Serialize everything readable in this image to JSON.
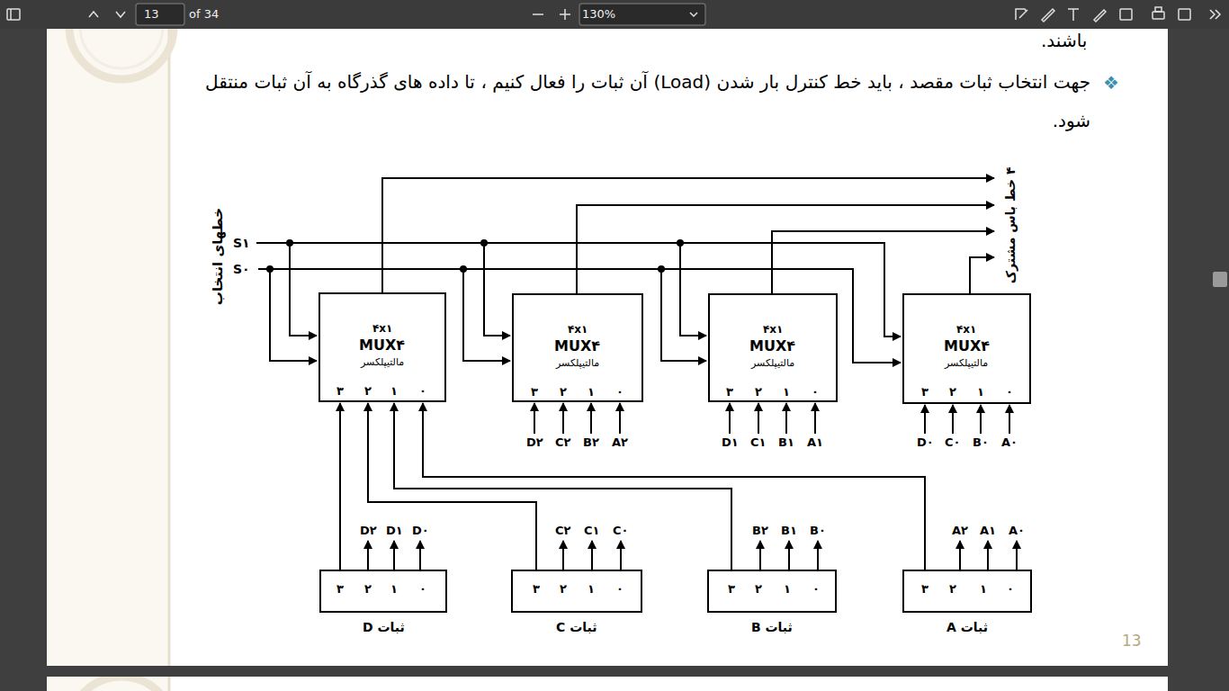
{
  "diagram": {
    "nodes": [
      {
        "text": [
          "۴x۱",
          "MUX۴",
          "مالتیپلکسر",
          "۳",
          "۲",
          "۱",
          "۰"
        ]
      },
      {
        "text": [
          "۴x۱",
          "MUX۴",
          "مالتیپلکسر",
          "۳",
          "۲",
          "۱",
          "۰"
        ]
      },
      {
        "text": [
          "۴x۱",
          "MUX۴",
          "مالتیپلکسر",
          "۳",
          "۲",
          "۱",
          "۰"
        ]
      },
      {
        "text": [
          "۴x۱",
          "MUX۴",
          "مالتیپلکسر",
          "۳",
          "۲",
          "۱",
          "۰"
        ]
      },
      {
        "text": [
          "۳",
          "۲",
          "۱",
          "۰",
          "ثبات D"
        ]
      },
      {
        "text": [
          "۳",
          "۲",
          "۱",
          "۰",
          "ثبات C"
        ]
      },
      {
        "text": [
          "۳",
          "۲",
          "۱",
          "۰",
          "ثبات B"
        ]
      },
      {
        "text": [
          "۳",
          "۲",
          "۱",
          "۰",
          "ثبات A"
        ]
      }
    ],
    "edges": [
      {
        "from": 4,
        "to": 0,
        "arrow": "to"
      },
      {
        "from": 5,
        "to": 0,
        "arrow": "to"
      },
      {
        "from": 6,
        "to": 0,
        "arrow": "to"
      },
      {
        "from": 7,
        "to": 0,
        "arrow": "to"
      }
    ],
    "labels": [
      "باشند.",
      "❖",
      "جهت انتخاب ثبات مقصد ، باید خط کنترل بار شدن (Load) آن ثبات را فعال کنیم ، تا داده های گذرگاه به آن ثبات منتقل شود.",
      "خطهای انتخاب",
      "S۱",
      "S۰",
      "۴ خط باس مشترک",
      "D۲",
      "C۲",
      "B۲",
      "A۲",
      "D۱",
      "C۱",
      "B۱",
      "A۱",
      "D۰",
      "C۰",
      "B۰",
      "A۰",
      "D۲",
      "D۱",
      "D۰",
      "C۲",
      "C۱",
      "C۰",
      "B۲",
      "B۱",
      "B۰",
      "A۲",
      "A۱",
      "A۰",
      "13",
      "of 34",
      "130%",
      "13"
    ]
  }
}
